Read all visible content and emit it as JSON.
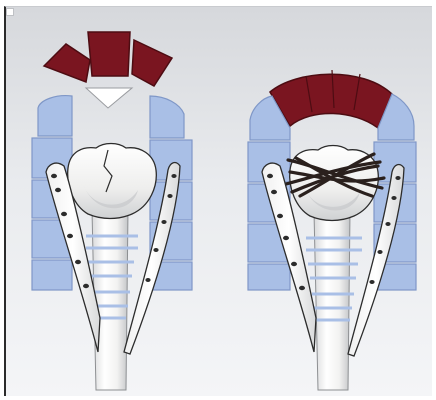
{
  "figure": {
    "panels": [
      {
        "id": "before",
        "state": "graft-separated"
      },
      {
        "id": "after",
        "state": "graft-sutured"
      }
    ],
    "colors": {
      "graft": "#7a1520",
      "graft_edge": "#4d0c12",
      "brace_block": "#a9bfe6",
      "brace_block_edge": "#7f97c7",
      "bone": "#f5f5f3",
      "bone_shadow": "#c9cbcd",
      "outline": "#2c2c2c",
      "suture": "#2a201d",
      "gap_arrow": "#ffffff"
    }
  }
}
